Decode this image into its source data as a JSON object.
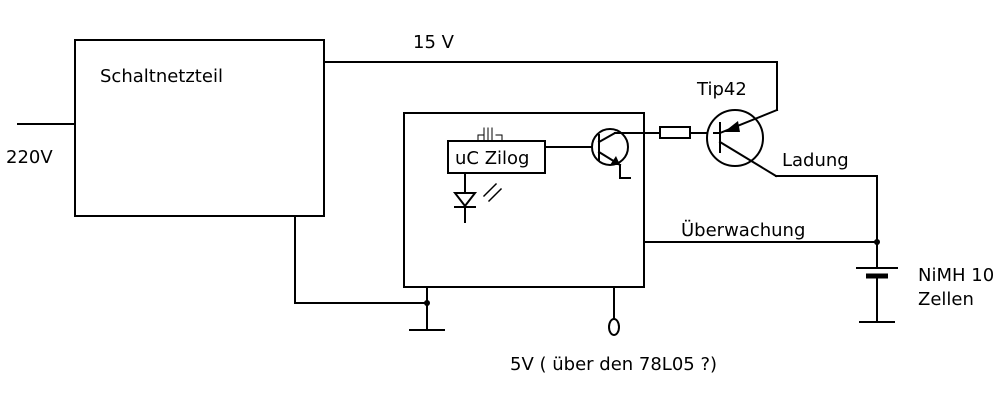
{
  "labels": {
    "power_supply": "Schaltnetzteil",
    "mains_voltage": "220V",
    "supply_voltage": "15 V",
    "transistor": "Tip42",
    "microcontroller": "uC Zilog",
    "charging": "Ladung",
    "monitoring": "Überwachung",
    "battery_line1": "NiMH 10",
    "battery_line2": "Zellen",
    "logic_supply": "5V ( über den 78L05 ?)"
  }
}
